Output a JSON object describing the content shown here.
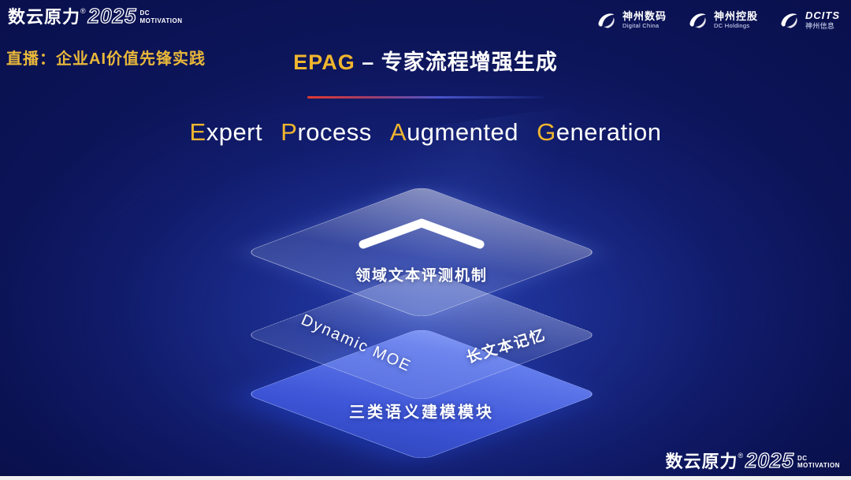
{
  "colors": {
    "accent_gold": "#F0B62E",
    "layer_blue": "#4258D8",
    "background_navy": "#0A1150",
    "divider_red": "#E03A2F"
  },
  "brand": {
    "name": "数云原力",
    "reg": "®",
    "year": "2025",
    "dc": "DC",
    "motivation": "MOTIVATION"
  },
  "header": {
    "live_label": "直播：企业AI价值先锋实践",
    "title": {
      "accent": "EPAG",
      "rest": " – 专家流程增强生成"
    },
    "subtitle": {
      "words": [
        {
          "a": "E",
          "r": "xpert"
        },
        {
          "a": "P",
          "r": "rocess"
        },
        {
          "a": "A",
          "r": "ugmented"
        },
        {
          "a": "G",
          "r": "eneration"
        }
      ]
    },
    "partner_logos": [
      {
        "cn": "神州数码",
        "en": "Digital China"
      },
      {
        "cn": "神州控股",
        "en": "DC Holdings"
      },
      {
        "cn": "DCITS",
        "en": "神州信息"
      }
    ]
  },
  "diagram": {
    "top_layer": {
      "label": "领域文本评测机制"
    },
    "middle_layer": {
      "label_left": "Dynamic MOE",
      "label_right": "长文本记忆"
    },
    "bottom_layer": {
      "label": "三类语义建模模块"
    }
  }
}
